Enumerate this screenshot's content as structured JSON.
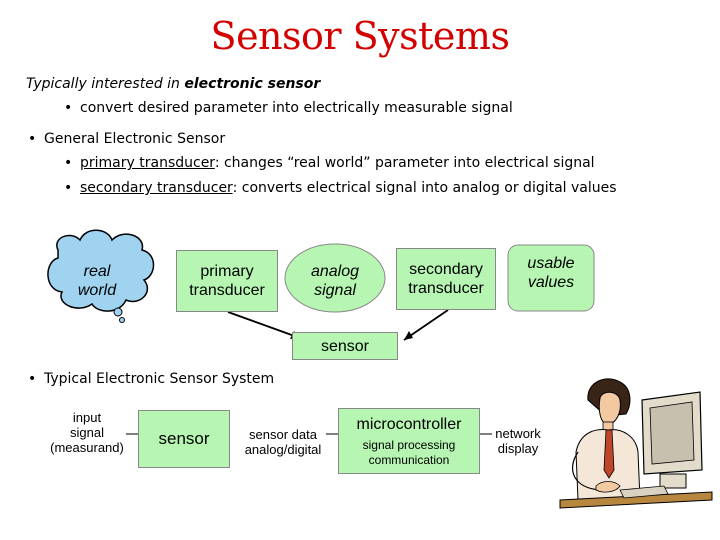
{
  "title": "Sensor Systems",
  "intro": {
    "prefix": "Typically interested in ",
    "emphasis": "electronic sensor",
    "bullet": "convert desired parameter into electrically measurable signal"
  },
  "general": {
    "heading": "General Electronic Sensor",
    "primary_term": "primary transducer",
    "primary_rest": ": changes “real world” parameter into electrical signal",
    "secondary_term": "secondary transducer",
    "secondary_rest": ": converts electrical signal into analog or digital values"
  },
  "diagram1": {
    "real_world_1": "real",
    "real_world_2": "world",
    "primary_1": "primary",
    "primary_2": "transducer",
    "analog_1": "analog",
    "analog_2": "signal",
    "secondary_1": "secondary",
    "secondary_2": "transducer",
    "usable_1": "usable",
    "usable_2": "values",
    "sensor": "sensor"
  },
  "typical": {
    "heading": "Typical Electronic Sensor System",
    "input_1": "input",
    "input_2": "signal",
    "input_3": "(measurand)",
    "sensor": "sensor",
    "data_1": "sensor data",
    "data_2": "analog/digital",
    "micro": "microcontroller",
    "micro_sub_1": "signal processing",
    "micro_sub_2": "communication",
    "network_1": "network",
    "network_2": "display"
  },
  "colors": {
    "title": "#d40000",
    "box_fill": "#b6f6b2",
    "cloud_fill": "#9fd3f0"
  }
}
